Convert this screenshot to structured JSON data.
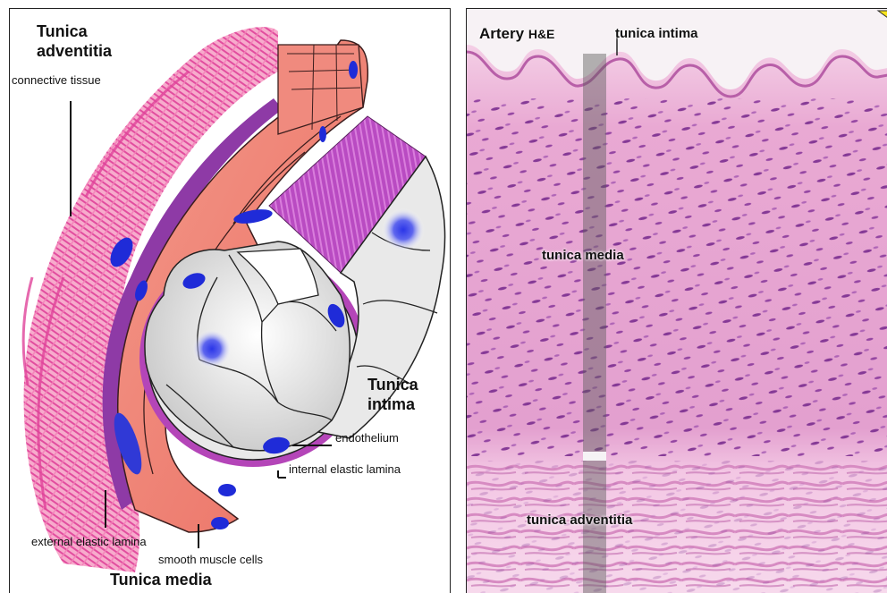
{
  "diagram": {
    "title_adventitia": "Tunica adventitia",
    "title_adventitia_line1": "Tunica",
    "title_adventitia_line2": "adventitia",
    "connective_tissue": "connective tissue",
    "title_intima_line1": "Tunica",
    "title_intima_line2": "intima",
    "endothelium": "endothelium",
    "internal_elastic_lamina": "internal elastic lamina",
    "external_elastic_lamina": "external elastic lamina",
    "smooth_muscle_cells": "smooth muscle cells",
    "title_media": "Tunica media"
  },
  "micrograph": {
    "title": "Artery",
    "stain": "H&E",
    "tunica_intima": "tunica intima",
    "tunica_media": "tunica media",
    "tunica_adventitia": "tunica adventitia"
  },
  "colors": {
    "adventitia_pink": "#e85a9c",
    "media_salmon": "#f2877a",
    "intima_magenta": "#c646c8",
    "nucleus_blue": "#1f2bd8",
    "he_background": "#f1c3e0"
  }
}
